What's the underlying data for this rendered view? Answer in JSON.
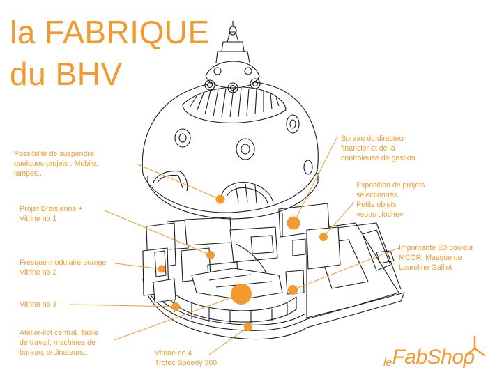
{
  "title": {
    "line1": "la FABRIQUE",
    "line2": "du BHV"
  },
  "colors": {
    "accent": "#f29a2e",
    "line": "#1a1a1a"
  },
  "labels": {
    "suspendre": [
      "Possibilité de suspendre",
      "quelques projets  : Mobile,",
      "lampes..."
    ],
    "draisienne": [
      "Projet Draisienne +",
      "Vitrine no 1"
    ],
    "fresque": [
      "Fresque modulaire orange",
      "Vitrine no 2"
    ],
    "vitrine3": [
      "Vitrine no 3"
    ],
    "atelier": [
      "Atelier-ilot central. Table",
      "de travail, machines de",
      "bureau, ordinateurs..."
    ],
    "vitrine4": [
      "Vitrine no 4",
      "Trotec Speedy 300"
    ],
    "bureau": [
      "Bureau du directeur",
      "financier et de la",
      "contrôleuse de gestion"
    ],
    "exposition": [
      "Exposition de projets",
      "sélectionnés.",
      "Petits objets",
      "«sous cloche»"
    ],
    "imprimante": [
      "Imprimante 3D couleur",
      "MCOR. Masque de",
      "Laureline Galliot"
    ]
  },
  "logo": {
    "prefix": "le",
    "name": "FabShop"
  }
}
